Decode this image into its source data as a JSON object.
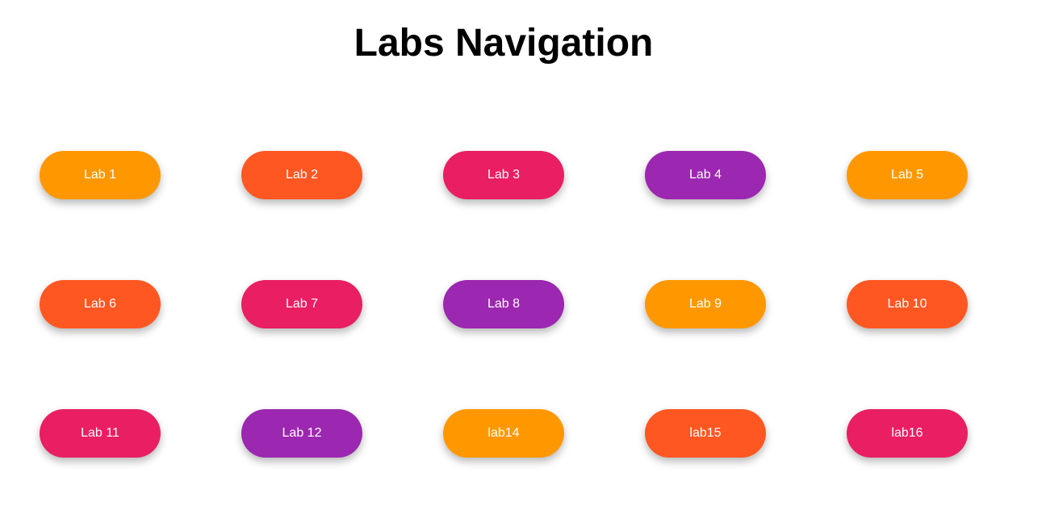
{
  "title": "Labs Navigation",
  "labs": [
    {
      "label": "Lab 1",
      "color": "#FF9800"
    },
    {
      "label": "Lab 2",
      "color": "#FF5722"
    },
    {
      "label": "Lab 3",
      "color": "#E91E63"
    },
    {
      "label": "Lab 4",
      "color": "#9C27B0"
    },
    {
      "label": "Lab 5",
      "color": "#FF9800"
    },
    {
      "label": "Lab 6",
      "color": "#FF5722"
    },
    {
      "label": "Lab 7",
      "color": "#E91E63"
    },
    {
      "label": "Lab 8",
      "color": "#9C27B0"
    },
    {
      "label": "Lab 9",
      "color": "#FF9800"
    },
    {
      "label": "Lab 10",
      "color": "#FF5722"
    },
    {
      "label": "Lab 11",
      "color": "#E91E63"
    },
    {
      "label": "Lab 12",
      "color": "#9C27B0"
    },
    {
      "label": "lab14",
      "color": "#FF9800"
    },
    {
      "label": "lab15",
      "color": "#FF5722"
    },
    {
      "label": "lab16",
      "color": "#E91E63"
    }
  ]
}
